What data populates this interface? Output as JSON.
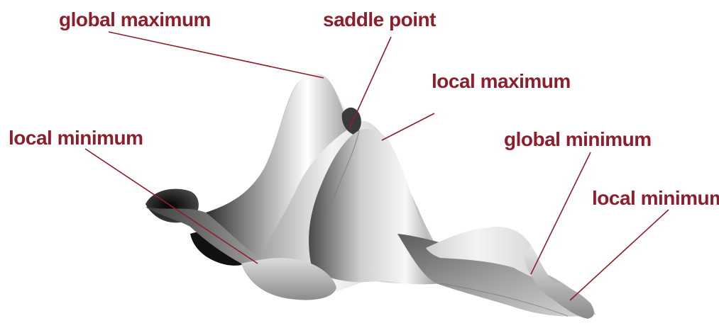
{
  "colors": {
    "label": "#8e1e2c",
    "leader_line": "#8e1e2c",
    "surface_light": "#f2f2f2",
    "surface_mid": "#a8a8a8",
    "surface_dark": "#2a2a2a",
    "background": "#ffffff"
  },
  "labels": {
    "global_maximum": "global maximum",
    "saddle_point": "saddle point",
    "local_maximum": "local maximum",
    "local_minimum_left": "local minimum",
    "global_minimum": "global minimum",
    "local_minimum_right": "local minimum"
  }
}
